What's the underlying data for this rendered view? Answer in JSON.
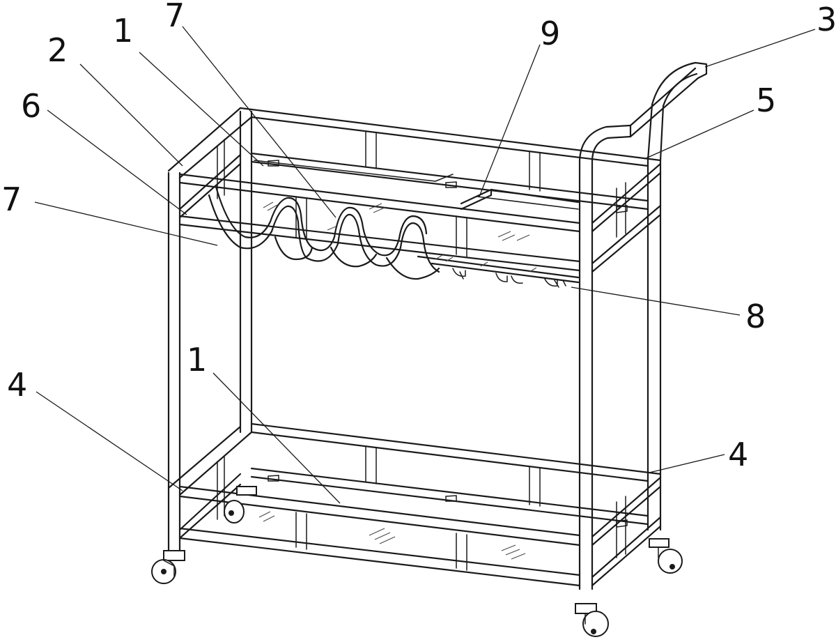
{
  "labels": {
    "l1_top": "1",
    "l1_bottom": "1",
    "l2": "2",
    "l3": "3",
    "l4_left": "4",
    "l4_right": "4",
    "l5": "5",
    "l6": "6",
    "l7_top": "7",
    "l7_left": "7",
    "l8": "8",
    "l9": "9"
  },
  "colors": {
    "line": "#1a1a1a",
    "background": "#ffffff"
  }
}
